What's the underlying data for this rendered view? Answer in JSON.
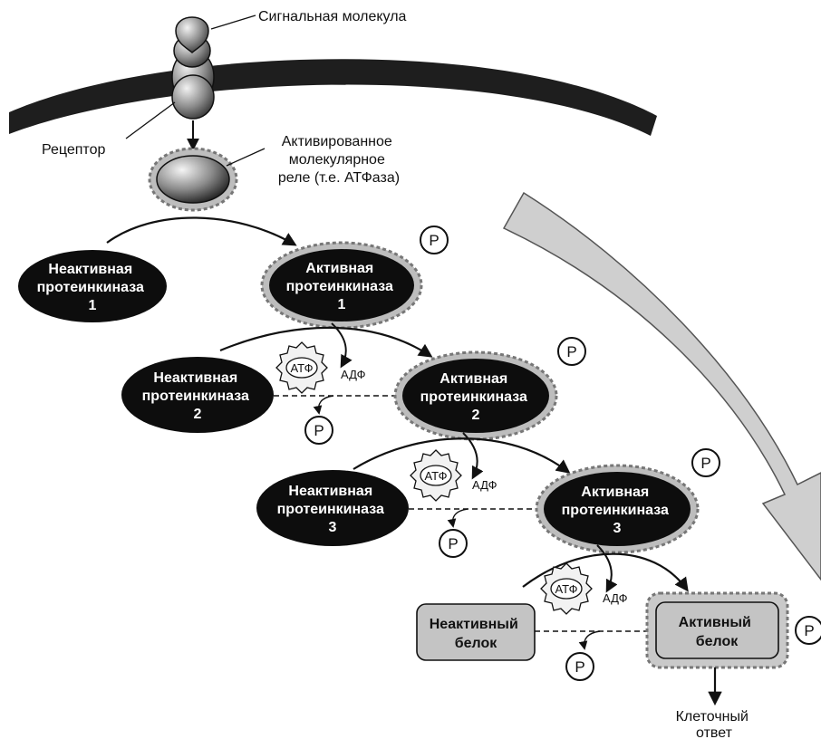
{
  "labels": {
    "signal_molecule": "Сигнальная молекула",
    "receptor": "Рецептор",
    "relay": [
      "Активированное",
      "молекулярное",
      "реле (т.е. АТФаза)"
    ],
    "response": [
      "Клеточный",
      "ответ"
    ]
  },
  "kinases": [
    {
      "inactive": [
        "Неактивная",
        "протеинкиназа",
        "1"
      ],
      "active": [
        "Активная",
        "протеинкиназа",
        "1"
      ]
    },
    {
      "inactive": [
        "Неактивная",
        "протеинкиназа",
        "2"
      ],
      "active": [
        "Активная",
        "протеинкиназа",
        "2"
      ]
    },
    {
      "inactive": [
        "Неактивная",
        "протеинкиназа",
        "3"
      ],
      "active": [
        "Активная",
        "протеинкиназа",
        "3"
      ]
    }
  ],
  "protein": {
    "inactive": [
      "Неактивный",
      "белок"
    ],
    "active": [
      "Активный",
      "белок"
    ]
  },
  "atp": "АТФ",
  "adp": "АДФ",
  "phosphate": "P",
  "colors": {
    "dark_node": "#0d0d0d",
    "membrane": "#1e1e1e",
    "protein_box": "#c4c4c4",
    "big_arrow": "#cfcfcf"
  }
}
